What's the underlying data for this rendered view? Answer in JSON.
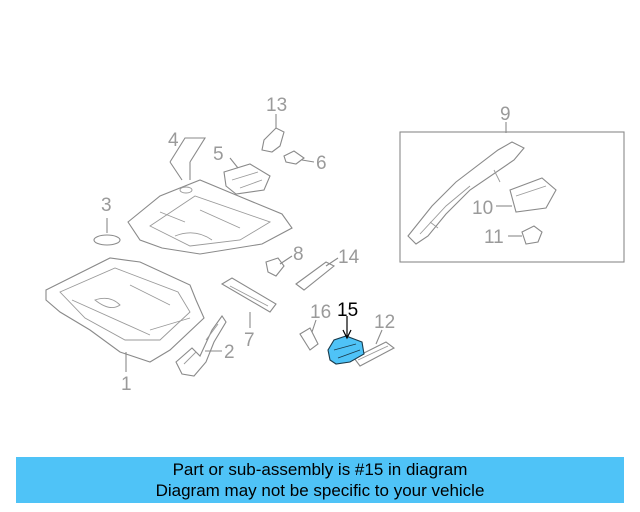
{
  "callouts": {
    "c1": "1",
    "c2": "2",
    "c3": "3",
    "c4": "4",
    "c5": "5",
    "c6": "6",
    "c7": "7",
    "c8": "8",
    "c9": "9",
    "c10": "10",
    "c11": "11",
    "c12": "12",
    "c13": "13",
    "c14": "14",
    "c15": "15",
    "c16": "16"
  },
  "highlighted_part": "15",
  "colors": {
    "highlight_fill": "#4fc3f7",
    "banner_bg": "#4fc3f7",
    "line_gray": "#8a8a8a"
  },
  "banner": {
    "line1": "Part or sub-assembly is #15 in diagram",
    "line2": "Diagram may not be specific to your vehicle"
  }
}
